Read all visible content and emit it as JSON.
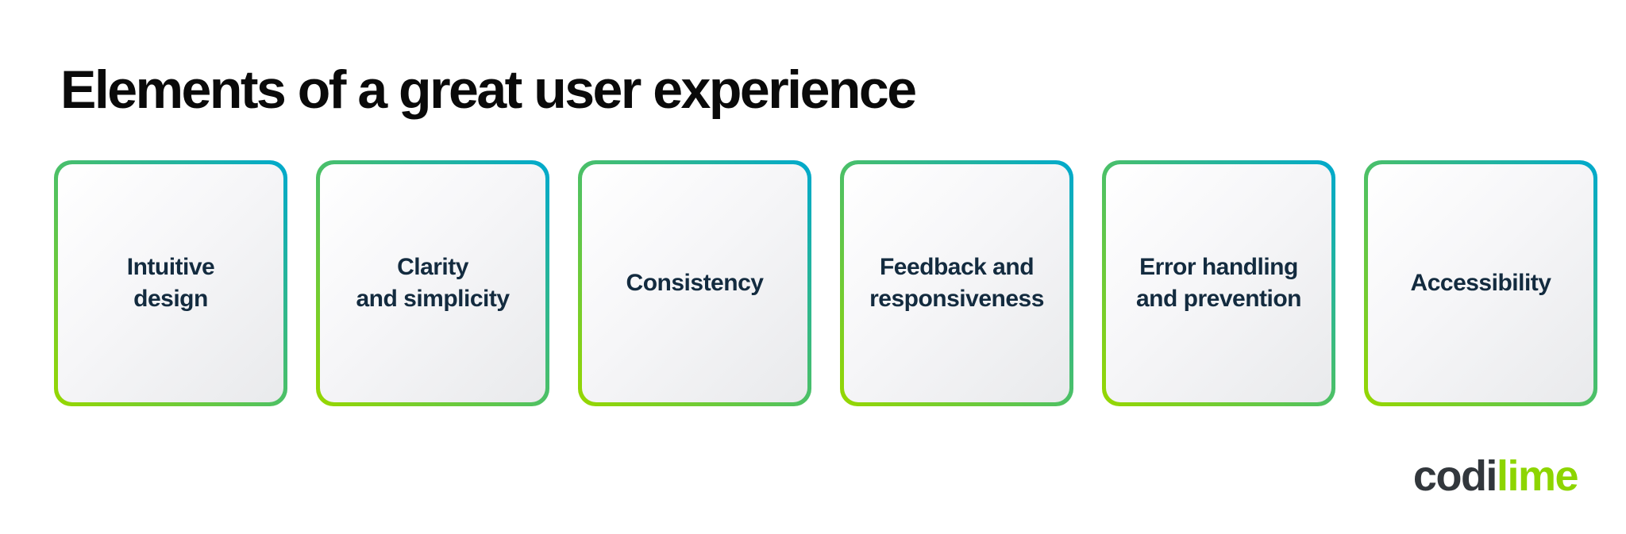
{
  "page": {
    "title": "Elements of a great user experience"
  },
  "cards": [
    {
      "id": "intuitive-design",
      "text": "Intuitive\ndesign"
    },
    {
      "id": "clarity-and-simplicity",
      "text": "Clarity\nand simplicity"
    },
    {
      "id": "consistency",
      "text": "Consistency"
    },
    {
      "id": "feedback-and-responsiveness",
      "text": "Feedback and\nresponsiveness"
    },
    {
      "id": "error-handling-and-prevention",
      "text": "Error handling\nand prevention"
    },
    {
      "id": "accessibility",
      "text": "Accessibility"
    }
  ],
  "logo": {
    "codi": "codi",
    "lime": "lime"
  },
  "colors": {
    "border_gradient_start": "#97d700",
    "border_gradient_end": "#00a9ce",
    "card_text": "#132b3f",
    "title_text": "#0a0a0a",
    "logo_dark": "#32373c",
    "logo_lime": "#8dd500",
    "card_bg_start": "#ffffff",
    "card_bg_end": "#e9eaec"
  }
}
